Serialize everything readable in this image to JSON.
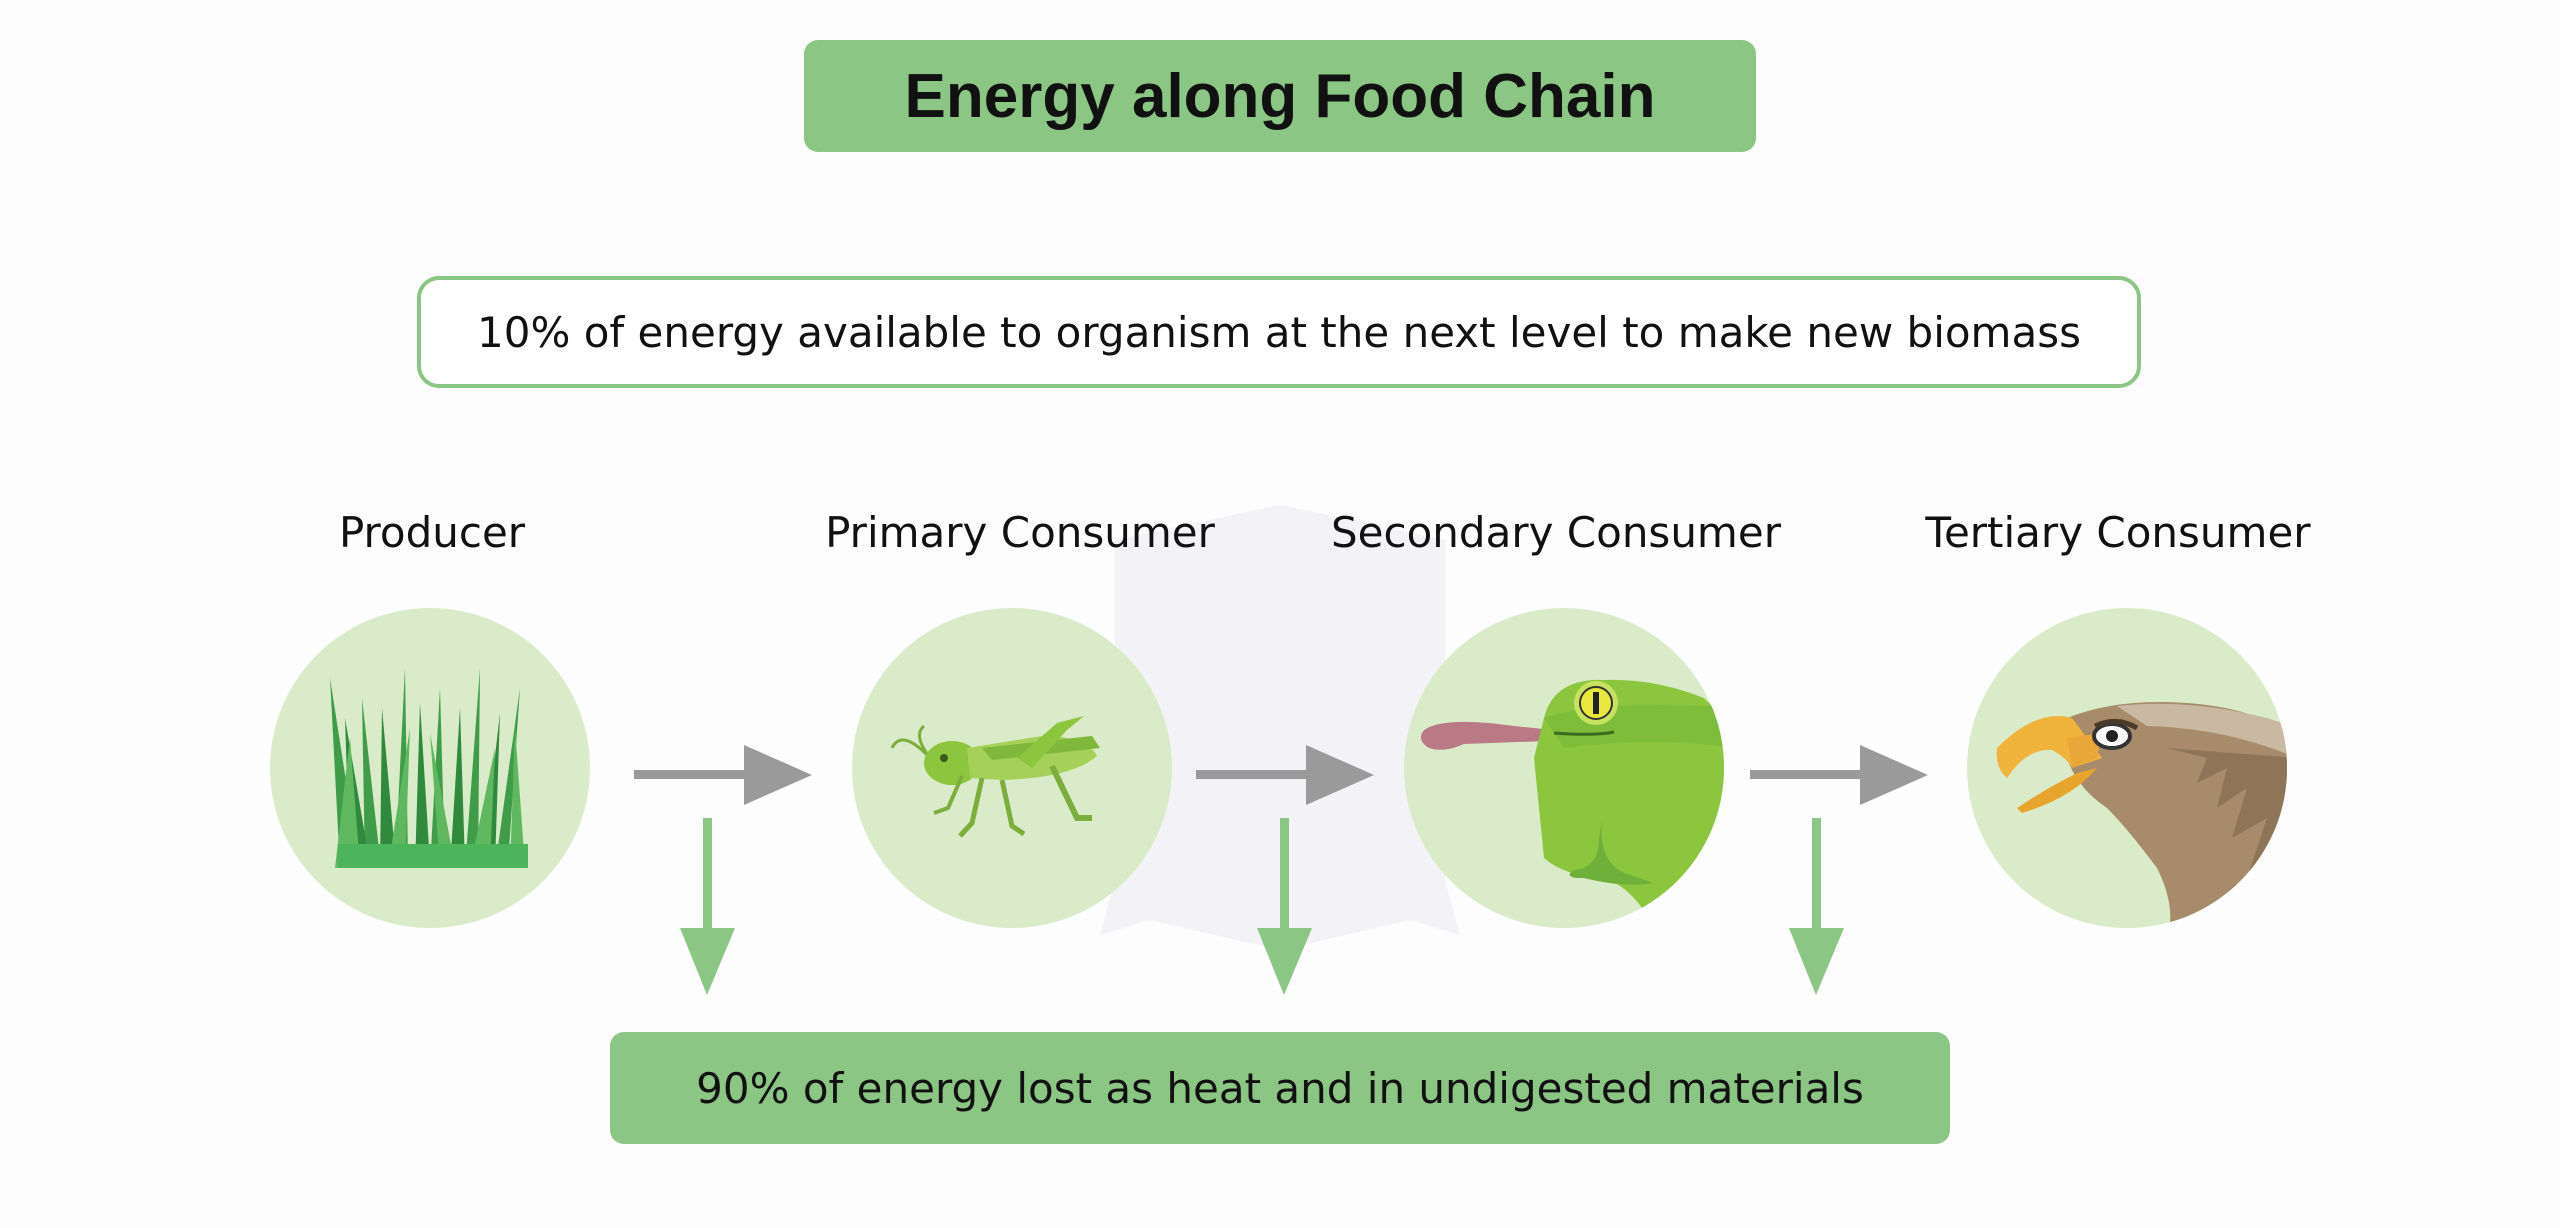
{
  "title": "Energy along Food Chain",
  "top_note": "10% of energy available to organism at the next level to make new biomass",
  "bottom_note": "90% of energy lost as heat and in undigested materials",
  "levels": [
    {
      "label": "Producer",
      "icon": "grass-icon"
    },
    {
      "label": "Primary Consumer",
      "icon": "grasshopper-icon"
    },
    {
      "label": "Secondary Consumer",
      "icon": "frog-icon"
    },
    {
      "label": "Tertiary Consumer",
      "icon": "eagle-icon"
    }
  ],
  "colors": {
    "accent_green": "#8cc684",
    "circle_fill": "#d9ebc8",
    "arrow_gray": "#9a9a9a"
  }
}
